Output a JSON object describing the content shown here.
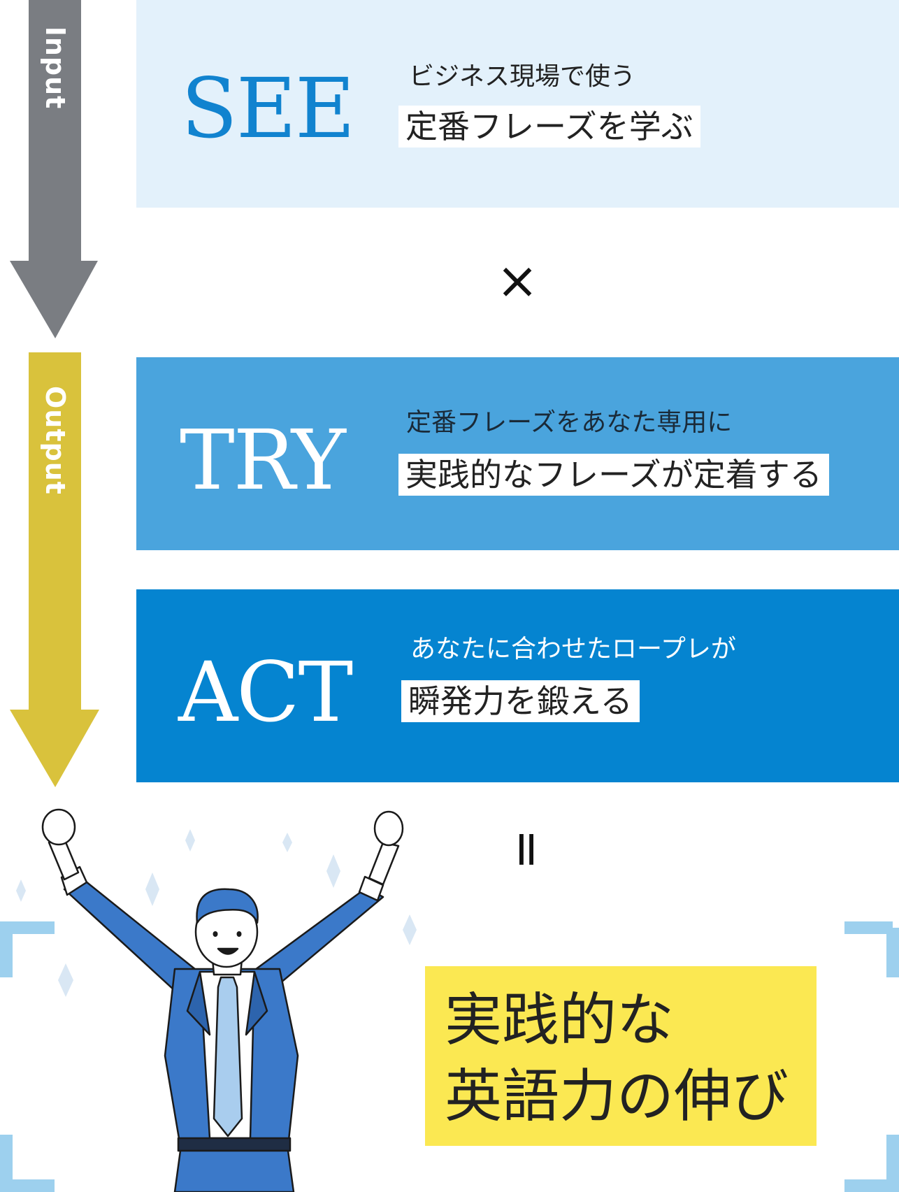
{
  "flow": {
    "input_label": "Input",
    "output_label": "Output",
    "colors": {
      "input_arrow": "#7a7d82",
      "output_arrow": "#d9c23c"
    }
  },
  "steps": [
    {
      "word": "SEE",
      "subtitle": "ビジネス現場で使う",
      "highlight": "定番フレーズを学ぶ",
      "colors": {
        "background": "#e3f1fb",
        "word": "#1183cf",
        "subtitle": "#222222"
      }
    },
    {
      "word": "TRY",
      "subtitle": "定番フレーズをあなた専用に",
      "highlight": "実践的なフレーズが定着する",
      "colors": {
        "background": "#4aa4dd",
        "word": "#ffffff",
        "subtitle": "#1a2a38"
      }
    },
    {
      "word": "ACT",
      "subtitle": "あなたに合わせたロープレが",
      "highlight": "瞬発力を鍛える",
      "colors": {
        "background": "#0584d0",
        "word": "#ffffff",
        "subtitle": "#ffffff"
      }
    }
  ],
  "operators": {
    "multiply": "×",
    "equals": "="
  },
  "result": {
    "line1": "実践的な",
    "line2": "英語力の伸び",
    "colors": {
      "background": "#fbe852",
      "brackets": "#9dd0ee"
    }
  },
  "illustration": {
    "name": "cheering-businessman-icon",
    "colors": {
      "suit": "#3b79c9",
      "tie": "#a9cdee",
      "sparkle": "#d9e7f4"
    }
  }
}
